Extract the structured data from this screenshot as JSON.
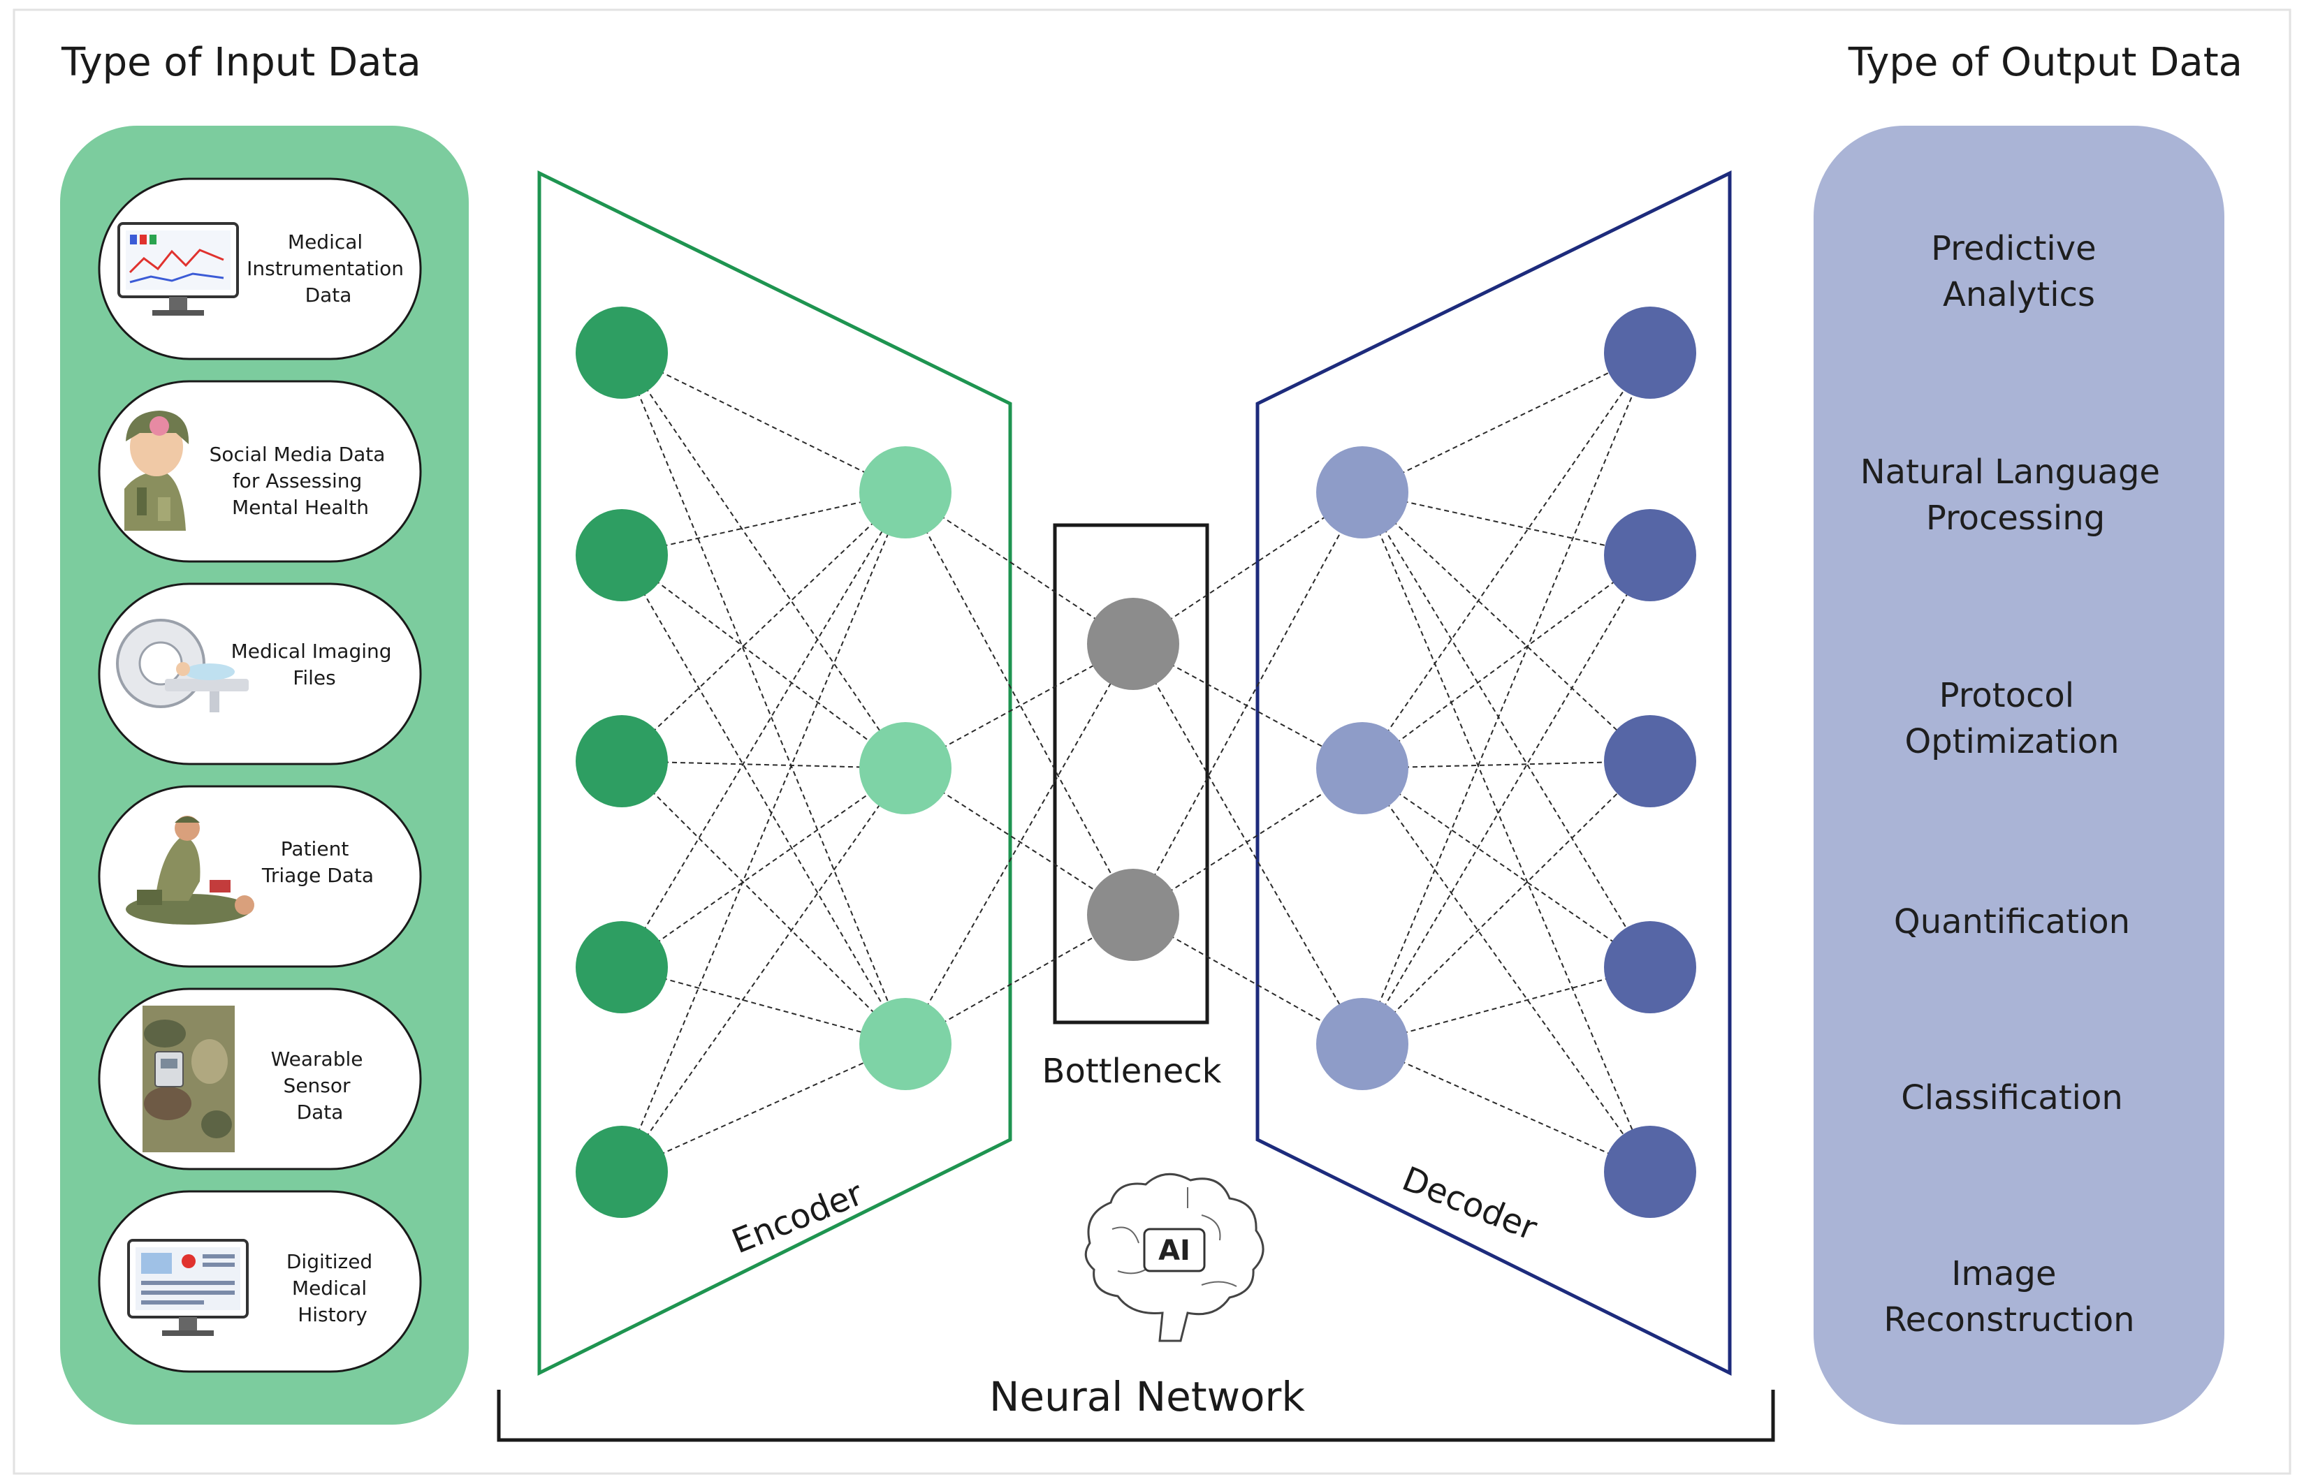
{
  "header": {
    "input_title": "Type of Input Data",
    "output_title": "Type of Output Data"
  },
  "inputs": [
    {
      "lines": [
        "Medical",
        "Instrumentation",
        "Data"
      ],
      "icon": "monitor-chart-icon"
    },
    {
      "lines": [
        "Social Media Data",
        "for Assessing",
        "Mental Health"
      ],
      "icon": "soldier-head-icon"
    },
    {
      "lines": [
        "Medical Imaging",
        "Files"
      ],
      "icon": "mri-scanner-icon"
    },
    {
      "lines": [
        "Patient",
        "Triage Data"
      ],
      "icon": "medic-patient-icon"
    },
    {
      "lines": [
        "Wearable",
        "Sensor",
        "Data"
      ],
      "icon": "camouflage-sensor-icon"
    },
    {
      "lines": [
        "Digitized",
        "Medical",
        "History"
      ],
      "icon": "monitor-document-icon"
    }
  ],
  "network": {
    "encoder_label": "Encoder",
    "decoder_label": "Decoder",
    "bottleneck_label": "Bottleneck",
    "ai_label": "AI",
    "network_label": "Neural Network",
    "layers": [
      5,
      3,
      2,
      3,
      5
    ]
  },
  "outputs": [
    {
      "lines": [
        "Predictive",
        "Analytics"
      ]
    },
    {
      "lines": [
        "Natural Language",
        "Processing"
      ]
    },
    {
      "lines": [
        "Protocol",
        "Optimization"
      ]
    },
    {
      "lines": [
        "Quantification"
      ]
    },
    {
      "lines": [
        "Classification"
      ]
    },
    {
      "lines": [
        "Image",
        "Reconstruction"
      ]
    }
  ],
  "colors": {
    "input_panel": "#7ccc9e",
    "encoder_frame": "#1e9450",
    "encoder_input_node": "#2e9e62",
    "encoder_hidden_node": "#7ed3a6",
    "bottleneck_node": "#8c8c8c",
    "decoder_hidden_node": "#8e9cc8",
    "decoder_output_node": "#5666a6",
    "decoder_frame": "#1d2b7c",
    "output_panel": "#aab4d6"
  }
}
